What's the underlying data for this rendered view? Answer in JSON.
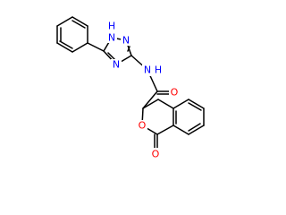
{
  "colors": {
    "bond": "#000000",
    "nitrogen": "#0000ff",
    "oxygen": "#ff0000",
    "background": "#ffffff"
  },
  "atoms": {
    "triazole_n1h": {
      "label": "N",
      "h_label": "H",
      "element": "nitrogen"
    },
    "triazole_n2": {
      "label": "N",
      "element": "nitrogen"
    },
    "triazole_n4": {
      "label": "N",
      "element": "nitrogen"
    },
    "amide_nh": {
      "label": "N",
      "h_label": "H",
      "element": "nitrogen"
    },
    "amide_o": {
      "label": "O",
      "element": "oxygen"
    },
    "ring_o": {
      "label": "O",
      "element": "oxygen"
    },
    "lactone_o": {
      "label": "O",
      "element": "oxygen"
    }
  }
}
